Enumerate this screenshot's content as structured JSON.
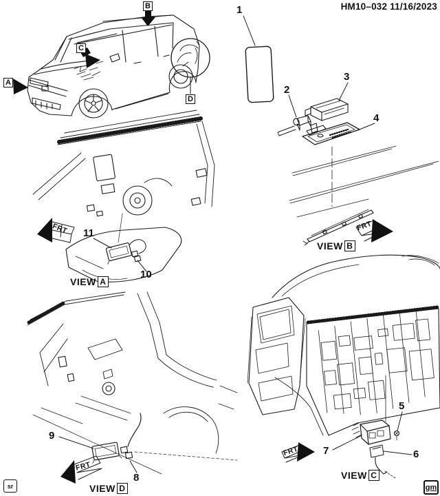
{
  "header": {
    "doc_number": "HM10–032",
    "date": "11/16/2023"
  },
  "car_section_labels": {
    "a": "A",
    "b": "B",
    "c": "C",
    "d": "D"
  },
  "callouts": {
    "1": "1",
    "2": "2",
    "3": "3",
    "4": "4",
    "5": "5",
    "6": "6",
    "7": "7",
    "8": "8",
    "9": "9",
    "10": "10",
    "11": "11"
  },
  "views": {
    "word": "VIEW",
    "a": "A",
    "b": "B",
    "c": "C",
    "d": "D"
  },
  "frt_label": "FRT",
  "corner_marks": {
    "left": "sr",
    "right": "gm"
  }
}
